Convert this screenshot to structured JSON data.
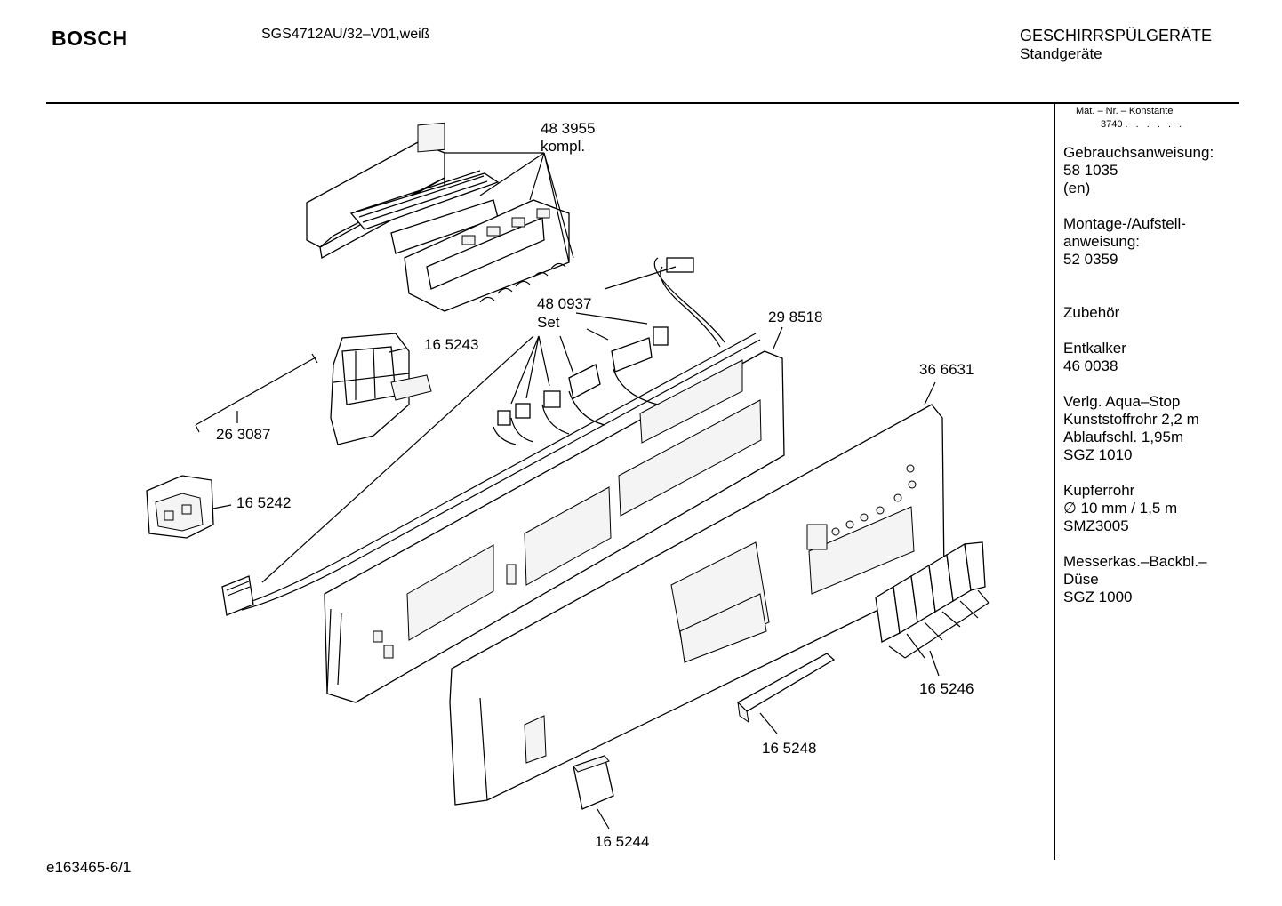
{
  "header": {
    "brand": "BOSCH",
    "model": "SGS4712AU/32–V01,weiß",
    "category_line1": "GESCHIRRSPÜLGERÄTE",
    "category_line2": "Standgeräte"
  },
  "sidebar": {
    "mat_header": "Mat. – Nr. – Konstante",
    "mat_constant": "3740",
    "mat_dots": ". . . . . .",
    "blocks": [
      {
        "lines": [
          "Gebrauchsanweisung:",
          "58 1035",
          "(en)"
        ]
      },
      {
        "lines": [
          "Montage-/Aufstell-",
          "anweisung:",
          "52 0359"
        ]
      },
      {
        "lines": [
          "Zubehör"
        ]
      },
      {
        "lines": [
          "Entkalker",
          "46 0038"
        ]
      },
      {
        "lines": [
          "Verlg. Aqua–Stop",
          "Kunststoffrohr 2,2 m",
          "Ablaufschl. 1,95m",
          "SGZ 1010"
        ]
      },
      {
        "lines": [
          "Kupferrohr",
          "∅ 10 mm / 1,5 m",
          "SMZ3005"
        ]
      },
      {
        "lines": [
          "Messerkas.–Backbl.–",
          "Düse",
          "SGZ 1000"
        ]
      }
    ]
  },
  "diagram": {
    "labels": {
      "p483955": "48 3955",
      "p483955_sub": "kompl.",
      "p480937": "48 0937",
      "p480937_sub": "Set",
      "p165243": "16 5243",
      "p263087": "26 3087",
      "p165242": "16 5242",
      "p298518": "29 8518",
      "p366631": "36 6631",
      "p165246": "16 5246",
      "p165248": "16 5248",
      "p165244": "16 5244"
    }
  },
  "footer": {
    "drawing_id": "e163465-6/1"
  }
}
